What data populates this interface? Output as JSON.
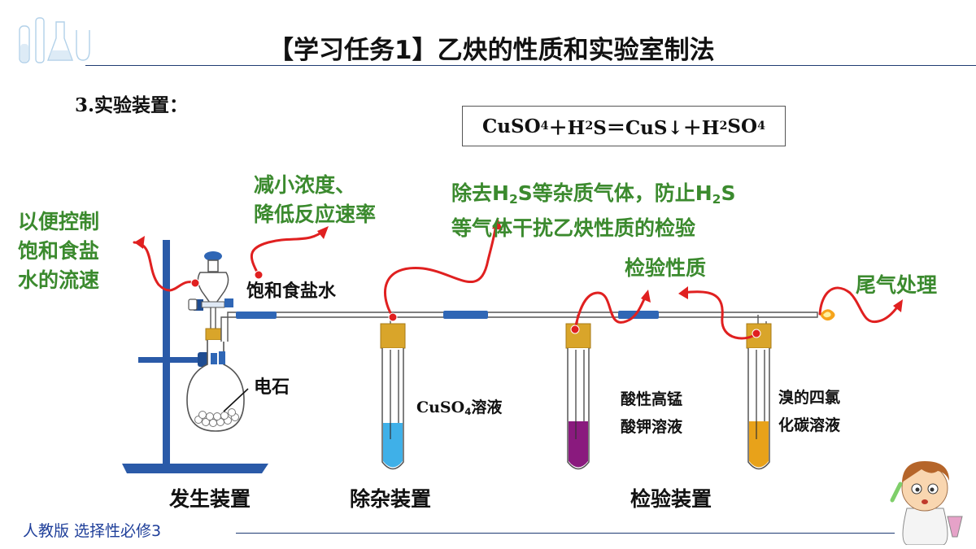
{
  "title": "【学习任务1】乙炔的性质和实验室制法",
  "section": "3.实验装置：",
  "equation": {
    "a": "CuSO",
    "a_sub": "4",
    "b": "＋H",
    "b_sub": "2",
    "c": "S＝CuS↓＋H",
    "c_sub": "2",
    "d": "SO",
    "d_sub": "4"
  },
  "annotations": {
    "control_flow": [
      "以便控制",
      "饱和食盐",
      "水的流速"
    ],
    "reduce_conc": [
      "减小浓度、",
      "降低反应速率"
    ],
    "remove_h2s": {
      "line1_a": "除去H",
      "line1_sub": "2",
      "line1_b": "S等杂质气体，防止H",
      "line1_sub2": "2",
      "line1_c": "S",
      "line2": "等气体干扰乙炔性质的检验"
    },
    "test_props": "检验性质",
    "tail_gas": "尾气处理"
  },
  "labels": {
    "brine": "饱和食盐水",
    "carbide": "电石",
    "cuso4_a": "CuSO",
    "cuso4_sub": "4",
    "cuso4_b": "溶液",
    "kmno4": [
      "酸性高锰",
      "酸钾溶液"
    ],
    "bromine": [
      "溴的四氯",
      "化碳溶液"
    ]
  },
  "captions": {
    "generation": "发生装置",
    "purification": "除杂装置",
    "testing": "检验装置"
  },
  "footer": "人教版 选择性必修3",
  "colors": {
    "annotation": "#3b8a2e",
    "arrow": "#e02020",
    "cuso4_solution": "#3fb0e8",
    "kmno4_solution": "#8a1a7e",
    "bromine_solution": "#e8a21a",
    "stopper": "#d9a52a",
    "connector": "#2f66b5"
  }
}
